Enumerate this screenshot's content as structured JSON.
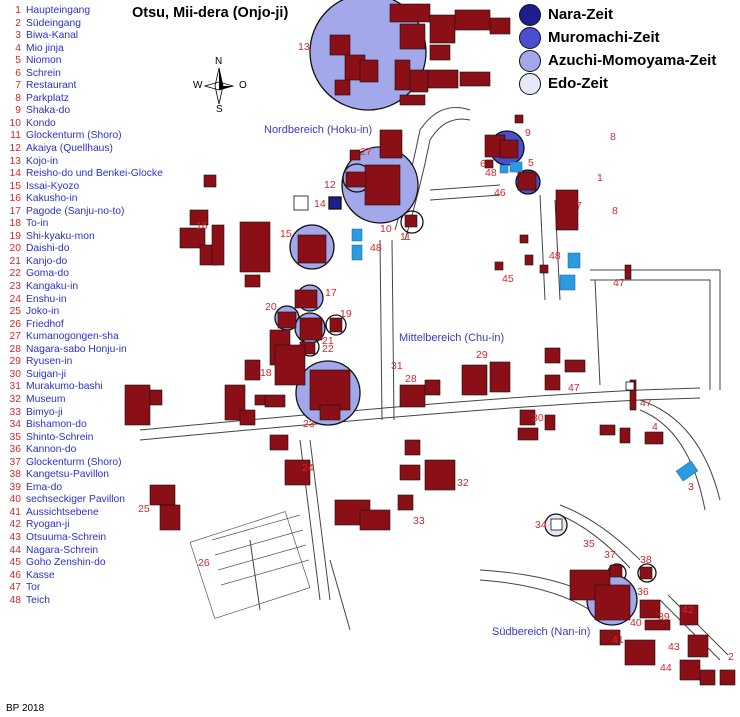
{
  "title": "Otsu, Mii-dera (Onjo-ji)",
  "legend": [
    {
      "num": "1",
      "name": "Haupteingang"
    },
    {
      "num": "2",
      "name": "Südeingang"
    },
    {
      "num": "3",
      "name": "Biwa-Kanal"
    },
    {
      "num": "4",
      "name": "Mio jinja"
    },
    {
      "num": "5",
      "name": "Niomon"
    },
    {
      "num": "6",
      "name": "Schrein"
    },
    {
      "num": "7",
      "name": "Restaurant"
    },
    {
      "num": "8",
      "name": "Parkplatz"
    },
    {
      "num": "9",
      "name": "Shaka-do"
    },
    {
      "num": "10",
      "name": "Kondo"
    },
    {
      "num": "11",
      "name": "Glockenturm (Shoro)"
    },
    {
      "num": "12",
      "name": "Akaiya (Quellhaus)"
    },
    {
      "num": "13",
      "name": "Kojo-in"
    },
    {
      "num": "14",
      "name": "Reisho-do und Benkei-Glocke"
    },
    {
      "num": "15",
      "name": "Issai-Kyozo"
    },
    {
      "num": "16",
      "name": "Kakusho-in"
    },
    {
      "num": "17",
      "name": "Pagode (Sanju-no-to)"
    },
    {
      "num": "18",
      "name": "To-in"
    },
    {
      "num": "19",
      "name": "Shi-kyaku-mon"
    },
    {
      "num": "20",
      "name": "Daishi-do"
    },
    {
      "num": "21",
      "name": "Kanjo-do"
    },
    {
      "num": "22",
      "name": "Goma-do"
    },
    {
      "num": "23",
      "name": "Kangaku-in"
    },
    {
      "num": "24",
      "name": "Enshu-in"
    },
    {
      "num": "25",
      "name": "Joko-in"
    },
    {
      "num": "26",
      "name": "Friedhof"
    },
    {
      "num": "27",
      "name": "Kumanogongen-sha"
    },
    {
      "num": "28",
      "name": "Nagara-sabo Honju-in"
    },
    {
      "num": "29",
      "name": "Ryusen-in"
    },
    {
      "num": "30",
      "name": "Suigan-ji"
    },
    {
      "num": "31",
      "name": "Murakumo-bashi"
    },
    {
      "num": "32",
      "name": "Museum"
    },
    {
      "num": "33",
      "name": "Bimyo-ji"
    },
    {
      "num": "34",
      "name": "Bishamon-do"
    },
    {
      "num": "35",
      "name": "Shinto-Schrein"
    },
    {
      "num": "36",
      "name": "Kannon-do"
    },
    {
      "num": "37",
      "name": "Glockenturm (Shoro)"
    },
    {
      "num": "38",
      "name": "Kangetsu-Pavillon"
    },
    {
      "num": "39",
      "name": "Ema-do"
    },
    {
      "num": "40",
      "name": "sechseckiger Pavillon"
    },
    {
      "num": "41",
      "name": "Aussichtsebene"
    },
    {
      "num": "42",
      "name": "Ryogan-ji"
    },
    {
      "num": "43",
      "name": "Otsuuma-Schrein"
    },
    {
      "num": "44",
      "name": "Nagara-Schrein"
    },
    {
      "num": "45",
      "name": "Goho Zenshin-do"
    },
    {
      "num": "46",
      "name": "Kasse"
    },
    {
      "num": "47",
      "name": "Tor"
    },
    {
      "num": "48",
      "name": "Teich"
    }
  ],
  "eras": [
    {
      "name": "Nara-Zeit",
      "color": "#1e1e8c"
    },
    {
      "name": "Muromachi-Zeit",
      "color": "#4a4fd0"
    },
    {
      "name": "Azuchi-Momoyama-Zeit",
      "color": "#a3a8ea"
    },
    {
      "name": "Edo-Zeit",
      "color": "#e6e8fa"
    }
  ],
  "areas": {
    "north": "Nordbereich (Hoku-in)",
    "middle": "Mittelbereich (Chu-in)",
    "south": "Südbereich (Nan-in)"
  },
  "compass": {
    "n": "N",
    "s": "S",
    "w": "W",
    "o": "O"
  },
  "credit": "BP 2018",
  "colors": {
    "building": "#8b0f16",
    "pond": "#2a9be0",
    "label": "#d9262b",
    "area": "#3a3ac8"
  }
}
